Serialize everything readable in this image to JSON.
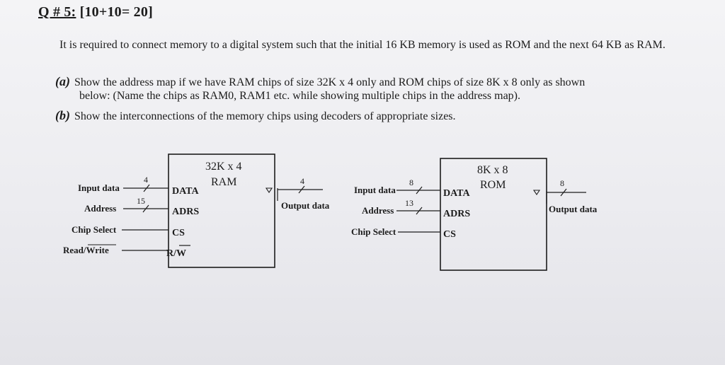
{
  "question": {
    "number": "Q # 5:",
    "marks": "[10+10= 20]",
    "intro": "It is required to connect memory to a digital system such that the initial 16 KB memory is used as ROM and the next 64 KB as RAM.",
    "part_a": {
      "tag": "(a)",
      "line1": "Show the address map if we have RAM chips of size 32K x 4 only and ROM chips of size 8K x 8 only as shown",
      "line2": "below: (Name the chips as RAM0, RAM1 etc. while showing multiple chips in the address map)."
    },
    "part_b": {
      "tag": "(b)",
      "text": "Show the interconnections of the memory chips using decoders of appropriate sizes."
    }
  },
  "ram": {
    "size": "32K x 4",
    "type": "RAM",
    "pins": {
      "data": "DATA",
      "adrs": "ADRS",
      "cs": "CS",
      "rw": "R/W"
    },
    "signals": {
      "input_data": "Input data",
      "address": "Address",
      "chip_select": "Chip Select",
      "read_write": "Read/Write",
      "output_data": "Output data"
    },
    "widths": {
      "input_data": "4",
      "address": "15",
      "output_data": "4"
    }
  },
  "rom": {
    "size": "8K x 8",
    "type": "ROM",
    "pins": {
      "data": "DATA",
      "adrs": "ADRS",
      "cs": "CS"
    },
    "signals": {
      "input_data": "Input data",
      "address": "Address",
      "chip_select": "Chip Select",
      "output_data": "Output data"
    },
    "widths": {
      "input_data": "8",
      "address": "13",
      "output_data": "8"
    }
  }
}
